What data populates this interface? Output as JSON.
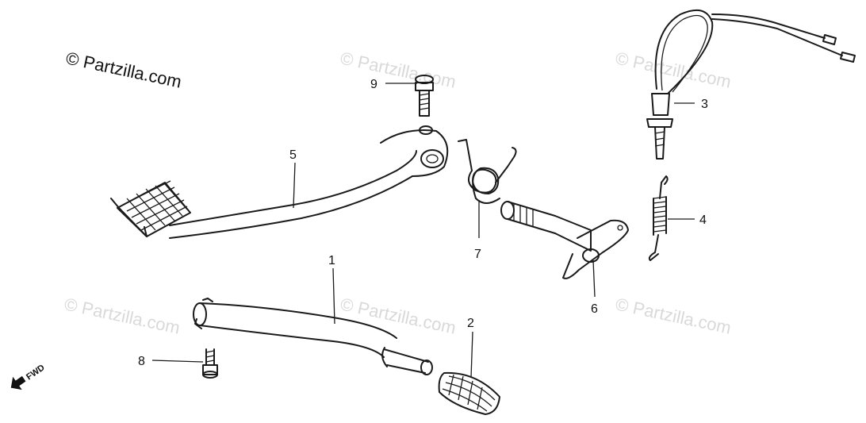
{
  "copyright": "© Partzilla.com",
  "watermark": "© Partzilla.com",
  "direction_label": "FWD",
  "callouts": [
    "1",
    "2",
    "3",
    "4",
    "5",
    "6",
    "7",
    "8",
    "9"
  ]
}
